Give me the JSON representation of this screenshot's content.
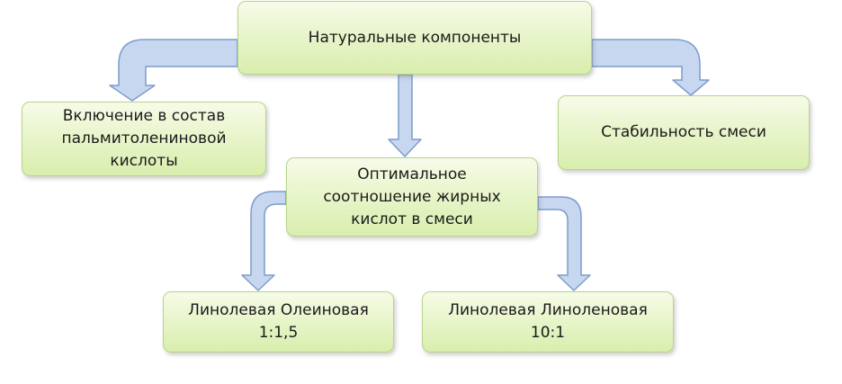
{
  "nodes": {
    "root": {
      "label": "Натуральные компоненты"
    },
    "left": {
      "label": "Включение в состав\nпальмитолениновой\nкислоты"
    },
    "middle": {
      "label": "Оптимальное\nсоотношение жирных\nкислот в смеси"
    },
    "right": {
      "label": "Стабильность смеси"
    },
    "bottom_left": {
      "label": "Линолевая Олеиновая\n1:1,5"
    },
    "bottom_right": {
      "label": "Линолевая Линоленовая\n10:1"
    }
  },
  "edges": [
    {
      "from": "root",
      "to": "left"
    },
    {
      "from": "root",
      "to": "middle"
    },
    {
      "from": "root",
      "to": "right"
    },
    {
      "from": "middle",
      "to": "bottom_left"
    },
    {
      "from": "middle",
      "to": "bottom_right"
    }
  ],
  "colors": {
    "box_fill": "#e6f4c6",
    "box_border": "#b7d48b",
    "arrow_fill": "#c7d7ef",
    "arrow_stroke": "#7d9ccc"
  }
}
